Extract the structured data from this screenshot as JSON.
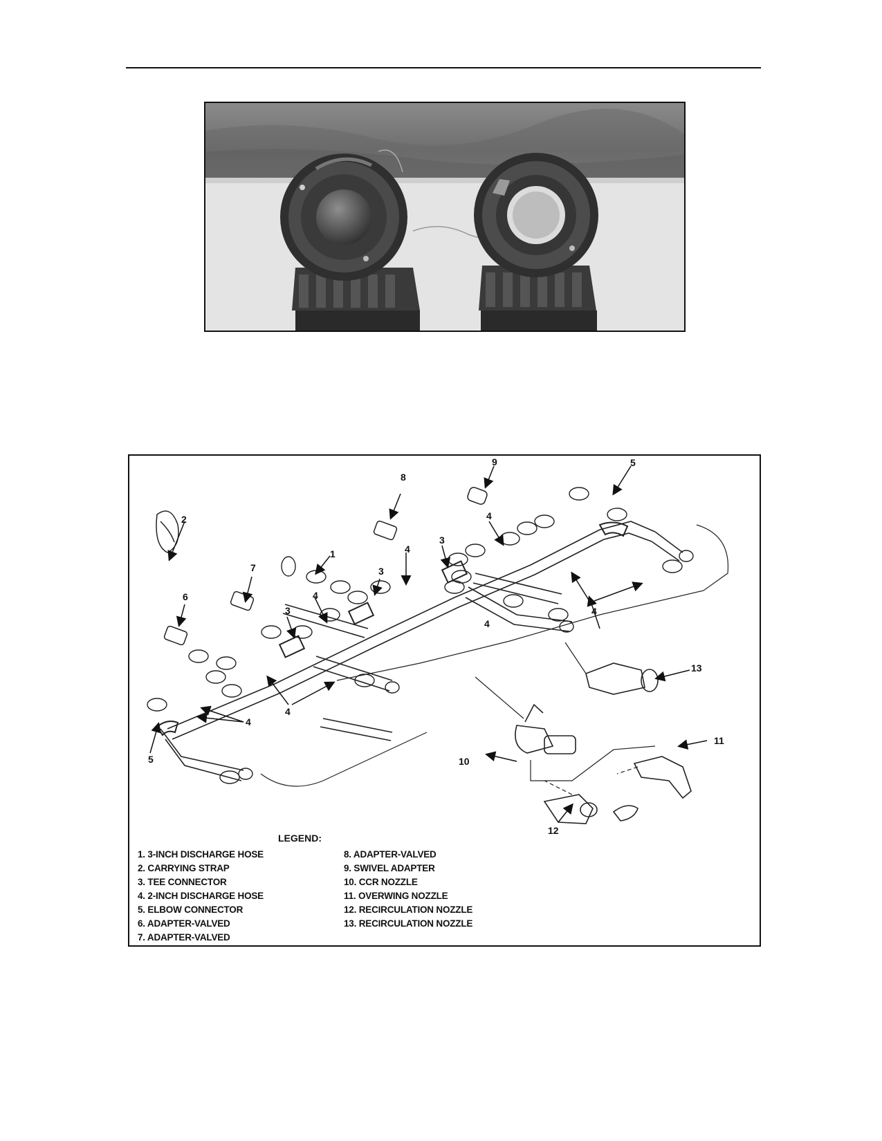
{
  "callouts": {
    "c1": "1",
    "c2": "2",
    "c3a": "3",
    "c3b": "3",
    "c3c": "3",
    "c4a": "4",
    "c4b": "4",
    "c4c": "4",
    "c4d": "4",
    "c4e": "4",
    "c4f": "4",
    "c4g": "4",
    "c5a": "5",
    "c5b": "5",
    "c6": "6",
    "c7": "7",
    "c8": "8",
    "c9": "9",
    "c10": "10",
    "c11": "11",
    "c12": "12",
    "c13": "13"
  },
  "legend": {
    "title": "LEGEND:",
    "left": [
      "1. 3-INCH DISCHARGE HOSE",
      "2. CARRYING STRAP",
      "3. TEE CONNECTOR",
      "4. 2-INCH DISCHARGE HOSE",
      "5. ELBOW CONNECTOR",
      "6. ADAPTER-VALVED",
      "7. ADAPTER-VALVED"
    ],
    "right": [
      "8. ADAPTER-VALVED",
      "9. SWIVEL ADAPTER",
      "10. CCR NOZZLE",
      "11. OVERWING NOZZLE",
      "12. RECIRCULATION NOZZLE",
      "13. RECIRCULATION NOZZLE"
    ]
  }
}
